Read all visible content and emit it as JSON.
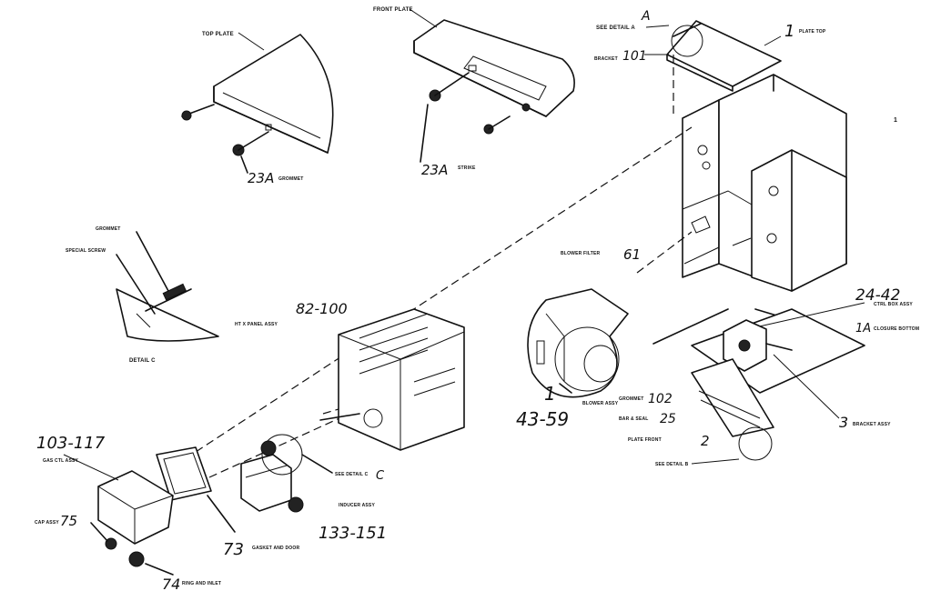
{
  "callouts": {
    "c1": "1",
    "c1a": "1A",
    "c2": "2",
    "c3": "3",
    "c24_42": "24-42",
    "c25": "25",
    "c61": "61",
    "c43_59": "43-59",
    "c73": "73",
    "c74": "74",
    "c75": "75",
    "c82_100": "82-100",
    "c101": "101",
    "c102": "102",
    "c103_117": "103-117",
    "c133_151": "133-151",
    "c23a_right": "23A",
    "c23a_left": "23A",
    "page_mark": "1"
  },
  "labels": {
    "see_detail_a": "SEE DETAIL A",
    "see_detail_b": "SEE DETAIL B",
    "see_detail_c1": "SEE DETAIL C",
    "see_detail_c2": "DETAIL C",
    "top_plate": "TOP PLATE",
    "front_plate": "FRONT PLATE",
    "top_right": "PLATE TOP",
    "screw_strip": "STRIKE",
    "grommet": "GROMMET",
    "special_screw": "SPECIAL SCREW",
    "closure_bottom": "CLOSURE BOTTOM",
    "ctrl_box": "CTRL BOX ASSY",
    "bracket": "BRACKET ASSY",
    "heat_exch": "HT X PANEL ASSY",
    "blower": "BLOWER ASSY",
    "filter": "BLOWER FILTER",
    "inducer": "INDUCER ASSY",
    "gas_ctrl": "GAS CTL ASSY",
    "gasket": "GASKET AND DOOR",
    "gasket_ring": "RING AND INLET",
    "cap": "CAP ASSY",
    "base_plate": "PLATE FRONT",
    "bracket_side": "BRACKET",
    "bar_strip": "BAR & SEAL"
  }
}
